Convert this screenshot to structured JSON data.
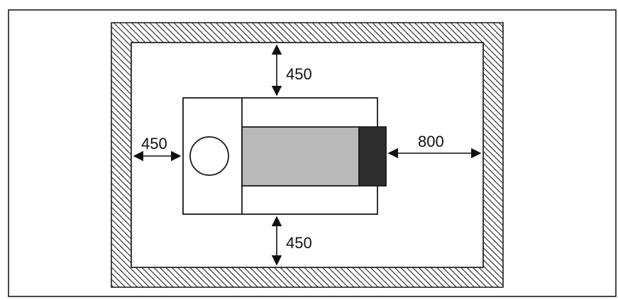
{
  "colors": {
    "background": "#ffffff",
    "outline": "#1a1a1a",
    "hatch": "#222222",
    "unit_fill": "#b9b9b9",
    "end_block_fill": "#2e2e2e"
  },
  "dimensions": {
    "top": "450",
    "left": "450",
    "right": "800",
    "bottom": "450"
  }
}
